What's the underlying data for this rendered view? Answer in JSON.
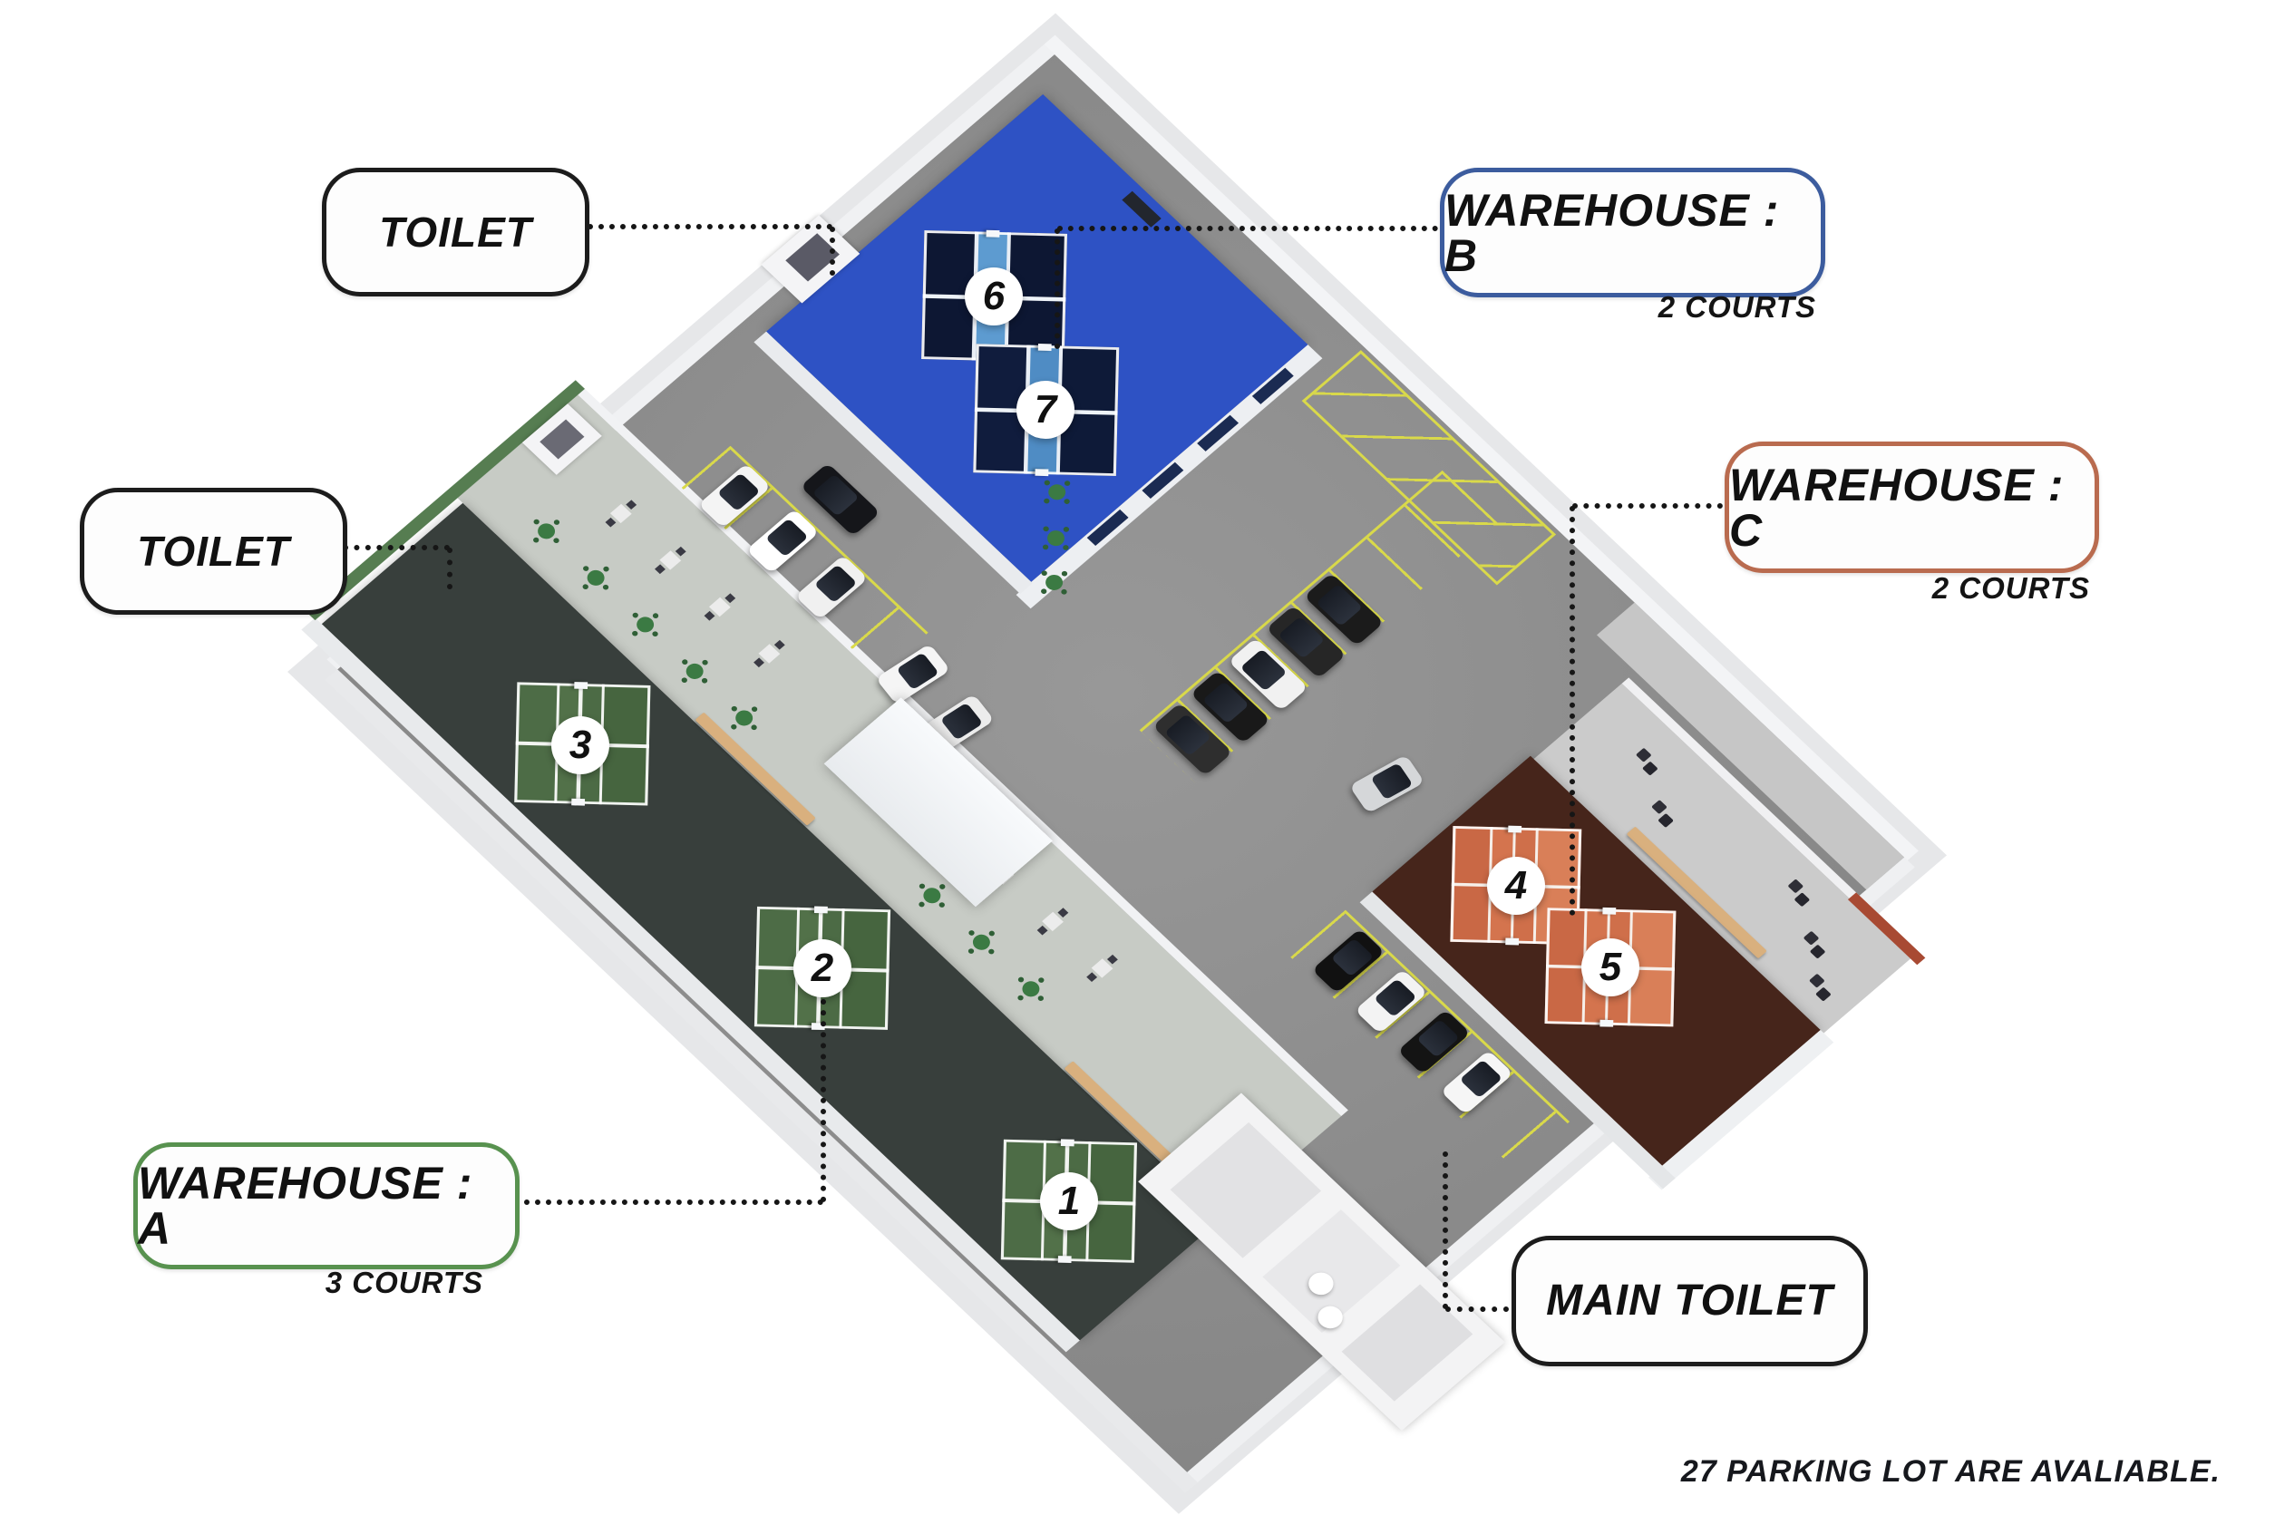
{
  "title": "Pickleball warehouse facility site plan",
  "callouts": {
    "toilet_top": {
      "label": "TOILET"
    },
    "toilet_left": {
      "label": "TOILET"
    },
    "warehouse_b": {
      "label": "WAREHOUSE : B",
      "sub": "2 COURTS",
      "accent": "#3c5c9e"
    },
    "warehouse_c": {
      "label": "WAREHOUSE : C",
      "sub": "2 COURTS",
      "accent": "#b96b4f"
    },
    "warehouse_a": {
      "label": "WAREHOUSE : A",
      "sub": "3 COURTS",
      "accent": "#58924f"
    },
    "main_toilet": {
      "label": "MAIN TOILET"
    }
  },
  "courts": [
    {
      "number": "1",
      "warehouse": "A"
    },
    {
      "number": "2",
      "warehouse": "A"
    },
    {
      "number": "3",
      "warehouse": "A"
    },
    {
      "number": "4",
      "warehouse": "C"
    },
    {
      "number": "5",
      "warehouse": "C"
    },
    {
      "number": "6",
      "warehouse": "B"
    },
    {
      "number": "7",
      "warehouse": "B"
    }
  ],
  "note": {
    "parking": "27 PARKING LOT ARE AVALIABLE."
  },
  "colors": {
    "warehouse_a_floor": "#383f3c",
    "warehouse_a_court": "#4c6b45",
    "warehouse_b_floor": "#2e52c4",
    "warehouse_b_court": "#0d1733",
    "warehouse_b_kitchen": "#5d9bd0",
    "warehouse_c_floor": "#46251b",
    "warehouse_c_court": "#d4744e",
    "asphalt": "#909090",
    "stall_yellow": "#d9d94a",
    "walkway": "#c7cbc5",
    "walls": "#f1f2f4"
  }
}
